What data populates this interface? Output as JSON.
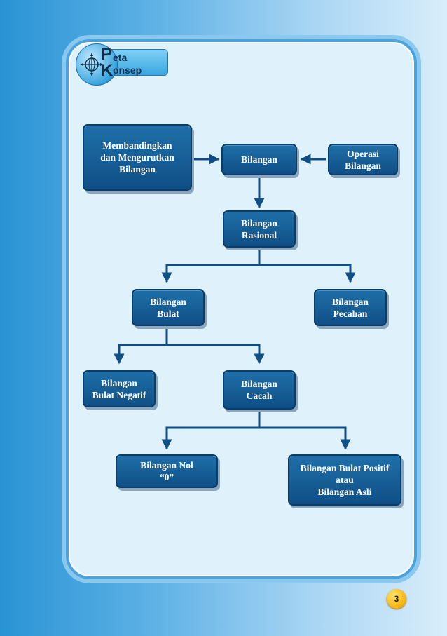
{
  "header": {
    "badge_cap_1": "P",
    "badge_word_1": "eta",
    "badge_cap_2": "K",
    "badge_word_2": "onsep",
    "badge_icon": "globe-compass-icon"
  },
  "nodes": {
    "membandingkan": "Membandingkan\ndan Mengurutkan\nBilangan",
    "bilangan": "Bilangan",
    "operasi": "Operasi\nBilangan",
    "rasional": "Bilangan\nRasional",
    "bulat": "Bilangan\nBulat",
    "pecahan": "Bilangan\nPecahan",
    "bulat_negatif": "Bilangan\nBulat Negatif",
    "cacah": "Bilangan\nCacah",
    "nol": "Bilangan Nol\n“0”",
    "bulat_positif": "Bilangan Bulat Positif\natau\nBilangan Asli"
  },
  "footer": {
    "page_number": "3"
  },
  "colors": {
    "node_fill": "#165d96",
    "connector": "#0f4f86",
    "panel": "#dff2fb"
  }
}
